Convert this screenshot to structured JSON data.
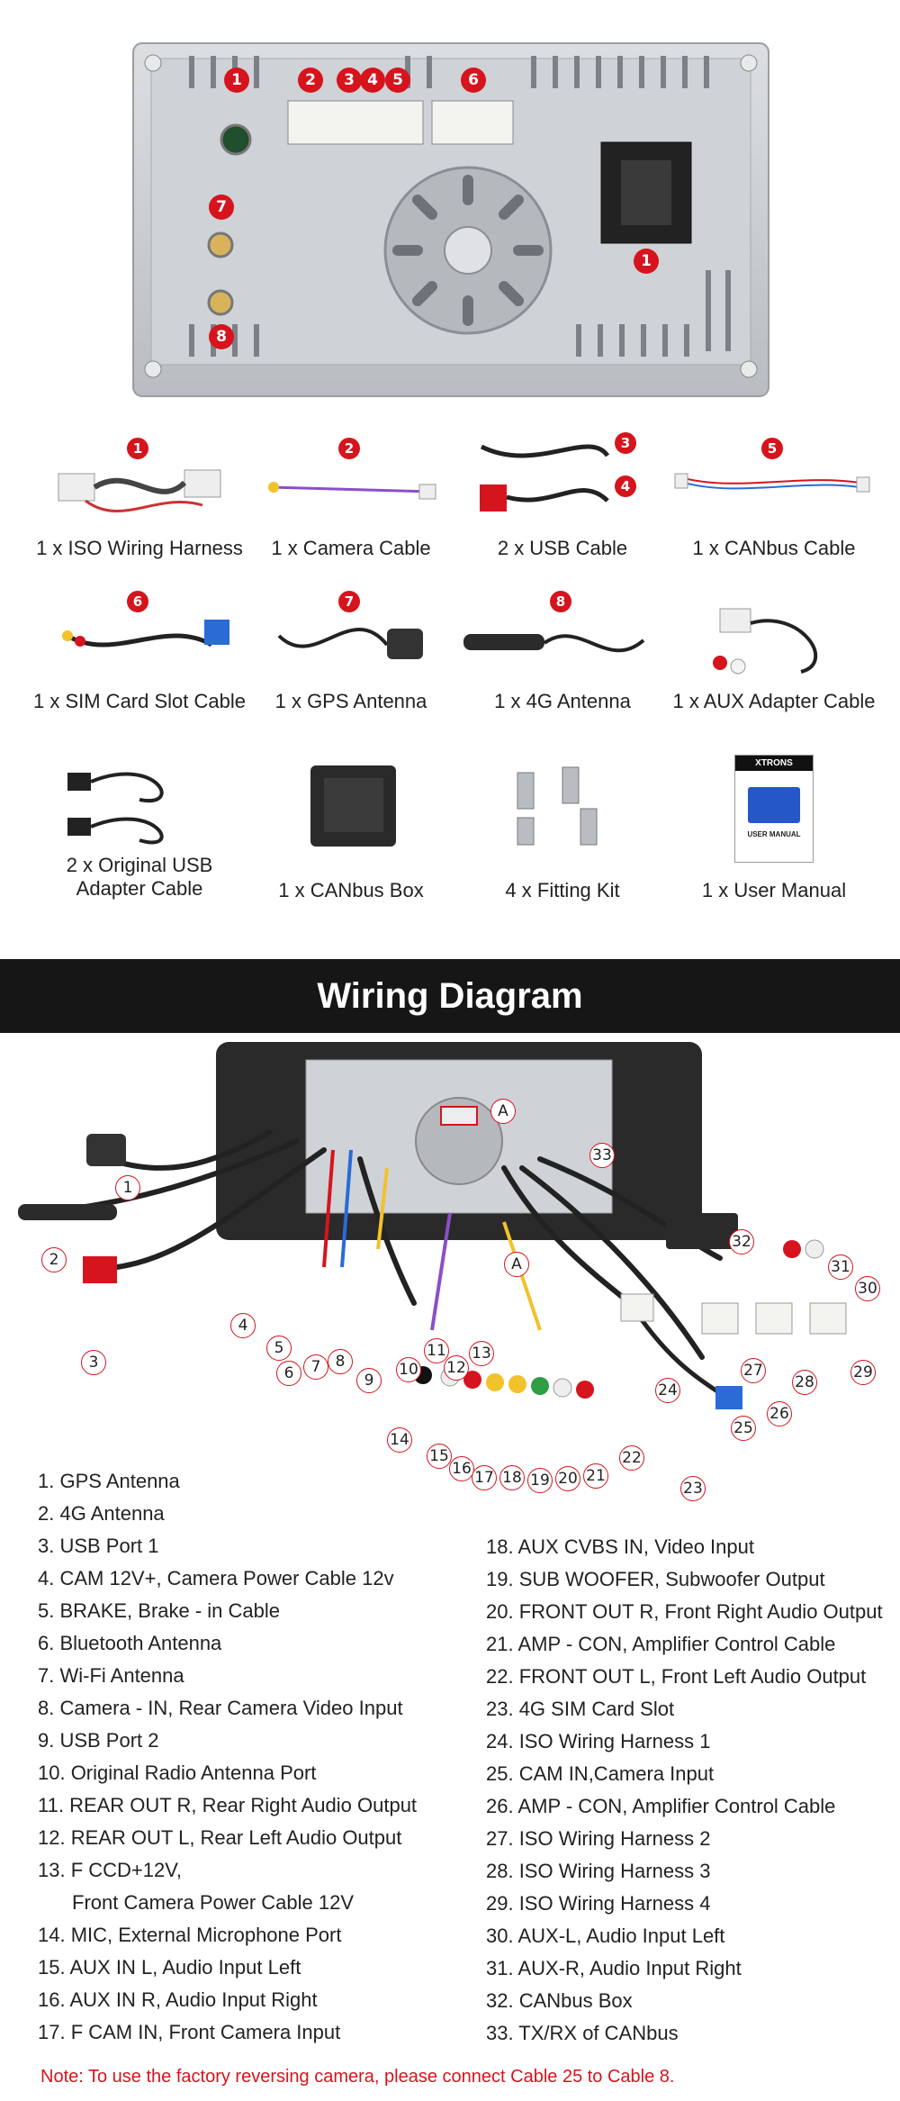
{
  "back_panel": {
    "markers": [
      "1",
      "2",
      "3",
      "4",
      "5",
      "6",
      "7",
      "8",
      "1"
    ]
  },
  "accessories": [
    {
      "number": "1",
      "label": "1 x ISO Wiring Harness"
    },
    {
      "number": "2",
      "label": "1 x Camera Cable"
    },
    {
      "number": "3",
      "label": "2 x USB Cable",
      "number2": "4"
    },
    {
      "number": "5",
      "label": "1 x CANbus Cable"
    },
    {
      "number": "6",
      "label": "1 x SIM Card Slot Cable"
    },
    {
      "number": "7",
      "label": "1 x GPS Antenna"
    },
    {
      "number": "8",
      "label": "1 x 4G Antenna"
    },
    {
      "number": "",
      "label": "1 x AUX Adapter Cable"
    },
    {
      "number": "",
      "label": "2 x Original USB Adapter Cable"
    },
    {
      "number": "",
      "label": "1 x CANbus Box"
    },
    {
      "number": "",
      "label": "4 x Fitting Kit"
    },
    {
      "number": "",
      "label": "1 x User Manual"
    }
  ],
  "manual_cover": {
    "brand": "XTRONS",
    "title": "USER MANUAL"
  },
  "section_title": "Wiring Diagram",
  "wiring": {
    "connector_label": "A",
    "callouts": [
      "1",
      "2",
      "3",
      "4",
      "5",
      "6",
      "7",
      "8",
      "9",
      "10",
      "11",
      "12",
      "13",
      "14",
      "15",
      "16",
      "17",
      "18",
      "19",
      "20",
      "21",
      "22",
      "23",
      "24",
      "25",
      "26",
      "27",
      "28",
      "29",
      "30",
      "31",
      "32",
      "33"
    ]
  },
  "legend_left": [
    "1. GPS Antenna",
    "2. 4G Antenna",
    "3. USB Port 1",
    "4. CAM 12V+, Camera Power Cable 12v",
    "5. BRAKE, Brake - in Cable",
    "6. Bluetooth Antenna",
    "7. Wi-Fi Antenna",
    "8. Camera - IN, Rear Camera Video Input",
    "9. USB Port 2",
    "10. Original Radio Antenna Port",
    "11. REAR OUT R, Rear Right Audio Output",
    "12. REAR OUT L, Rear Left Audio Output",
    "13. F CCD+12V,",
    "      Front Camera Power Cable 12V",
    "14. MIC, External Microphone Port",
    "15. AUX IN L, Audio Input Left",
    "16. AUX IN R, Audio Input Right",
    "17. F CAM IN, Front Camera Input"
  ],
  "legend_right": [
    "18. AUX CVBS IN, Video Input",
    "19. SUB WOOFER, Subwoofer Output",
    "20. FRONT OUT R, Front Right Audio Output",
    "21. AMP - CON, Amplifier Control Cable",
    "22. FRONT OUT L, Front Left Audio Output",
    "23. 4G SIM Card Slot",
    "24. ISO Wiring Harness 1",
    "25. CAM IN,Camera Input",
    "26. AMP - CON, Amplifier Control Cable",
    "27. ISO Wiring Harness 2",
    "28. ISO Wiring Harness 3",
    "29. ISO Wiring Harness 4",
    "30. AUX-L, Audio Input Left",
    "31. AUX-R, Audio Input Right",
    "32. CANbus Box",
    "33. TX/RX of CANbus"
  ],
  "note": "Note: To use the factory reversing camera, please connect Cable 25 to Cable 8.",
  "colors": {
    "accent_red": "#d6141d",
    "title_bar": "#161616",
    "panel_metal": "#c9ccd0"
  }
}
